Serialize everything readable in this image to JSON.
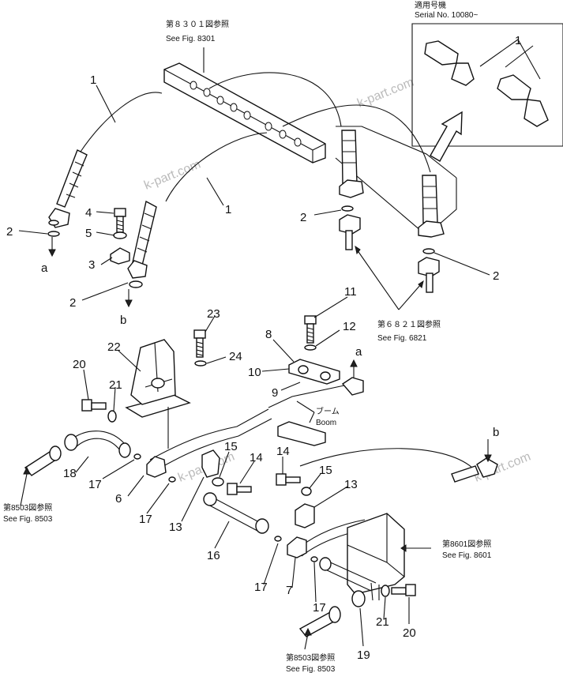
{
  "callouts": [
    "1",
    "1",
    "1",
    "2",
    "2",
    "2",
    "2",
    "3",
    "4",
    "5",
    "6",
    "7",
    "8",
    "9",
    "10",
    "11",
    "12",
    "13",
    "13",
    "14",
    "14",
    "15",
    "15",
    "16",
    "17",
    "17",
    "17",
    "17",
    "18",
    "19",
    "20",
    "20",
    "21",
    "21",
    "22",
    "23",
    "24"
  ],
  "connectors": [
    "a",
    "a",
    "b",
    "b"
  ],
  "references": {
    "fig8301_jp": "第８３０１図参照",
    "fig8301_en": "See Fig. 8301",
    "fig6821_jp": "第６８２１図参照",
    "fig6821_en": "See Fig. 6821",
    "fig8503a_jp": "第8503図参照",
    "fig8503a_en": "See Fig. 8503",
    "fig8601_jp": "第8601図参照",
    "fig8601_en": "See Fig. 8601",
    "fig8503b_jp": "第8503図参照",
    "fig8503b_en": "See Fig. 8503"
  },
  "serial": {
    "jp": "適用号機",
    "en": "Serial  No. 10080~"
  },
  "labels": {
    "boom_jp": "ブーム",
    "boom_en": "Boom"
  },
  "watermarks": [
    "k-part.com",
    "k-part.com",
    "k-part.com",
    "k-part.com"
  ]
}
